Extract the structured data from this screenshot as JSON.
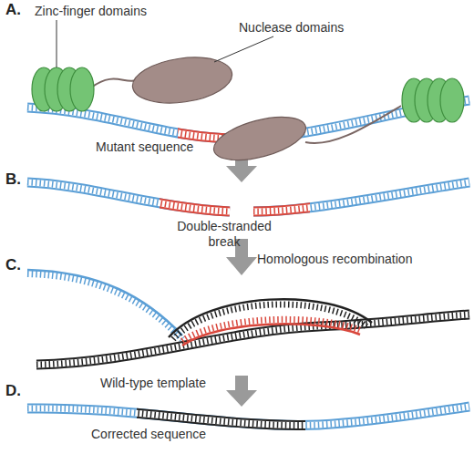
{
  "diagram": {
    "labels": [
      "A.",
      "Zinc-finger domains",
      "Nuclease domains",
      "Mutant sequence",
      "B.",
      "Double-stranded break",
      "C.",
      "Homologous recombination",
      "Wild-type template",
      "D.",
      "Corrected sequence"
    ]
  }
}
